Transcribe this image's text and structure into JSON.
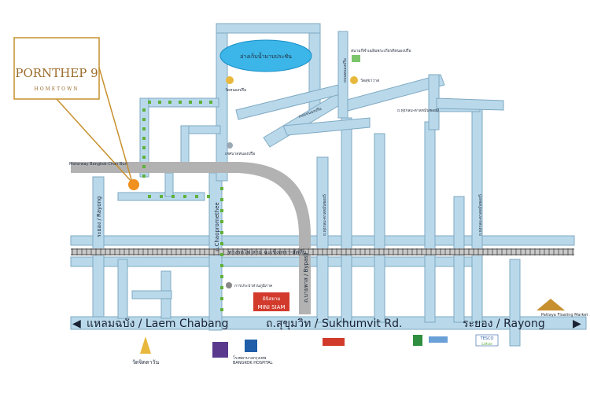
{
  "logo": {
    "line1": "PORNTHEP 9",
    "line2": "HOMETOWN"
  },
  "labels": {
    "reservoir": "อ่างเก็บน้ำมาบประชัน",
    "motorway": "Motorway Bangkok-Chon Buri",
    "rayong_left": "ระยอง / Rayong",
    "chaopromethee": "ถ.Chaopromethee",
    "railway": "ทางรถไฟ สาย ฉะเชิงเทรา-สัตหีบ",
    "bypass": "ถ.บายพาส / Bypass",
    "laem_chabang": "แหลมฉบัง / Laem Chabang",
    "sukhumvit": "ถ.สุขุมวิท / Sukhumvit Rd.",
    "rayong_right": "ระยอง / Rayong",
    "mini_siam": "MINI SIAM",
    "mini_siam_th": "มินิสยาม",
    "market": "การประปาส่วนภูมิภาค",
    "temp_nongpru": "วัดหนองปรือ",
    "temp_sukhawat": "วัดสุขาวาส",
    "temp_chittawan": "วัดจิตตาวัน",
    "school": "สนามกีฬาเฉลิมพระเกียรติหนองปรือ",
    "nongpru_office": "เทศบาลหนองปรือ",
    "tukkom": "ถ.ทุ่งกลม-ตาลหมันซอย9",
    "tukkom_vert": "ถ.ทุ่งกลม-ตาลหมันซอย5",
    "nongpru_rd": "ถนนหนองปรือ",
    "bangkok_hospital": "โรงพยาบาลกรุงเทพ",
    "bangkok_hospital_en": "BANGKOK HOSPITAL",
    "floating_market": "Pattaya Floating Market",
    "tesco": "TESCO",
    "lotus": "Lotus"
  },
  "colors": {
    "road": "#b9d9eb",
    "road_edge": "#7fa9c2",
    "motorway": "#b2b2b2",
    "lake": "#3cb6e8",
    "marker": "#f0901e",
    "route_arrow": "#5fb13a",
    "logo_gold": "#c7902e"
  }
}
